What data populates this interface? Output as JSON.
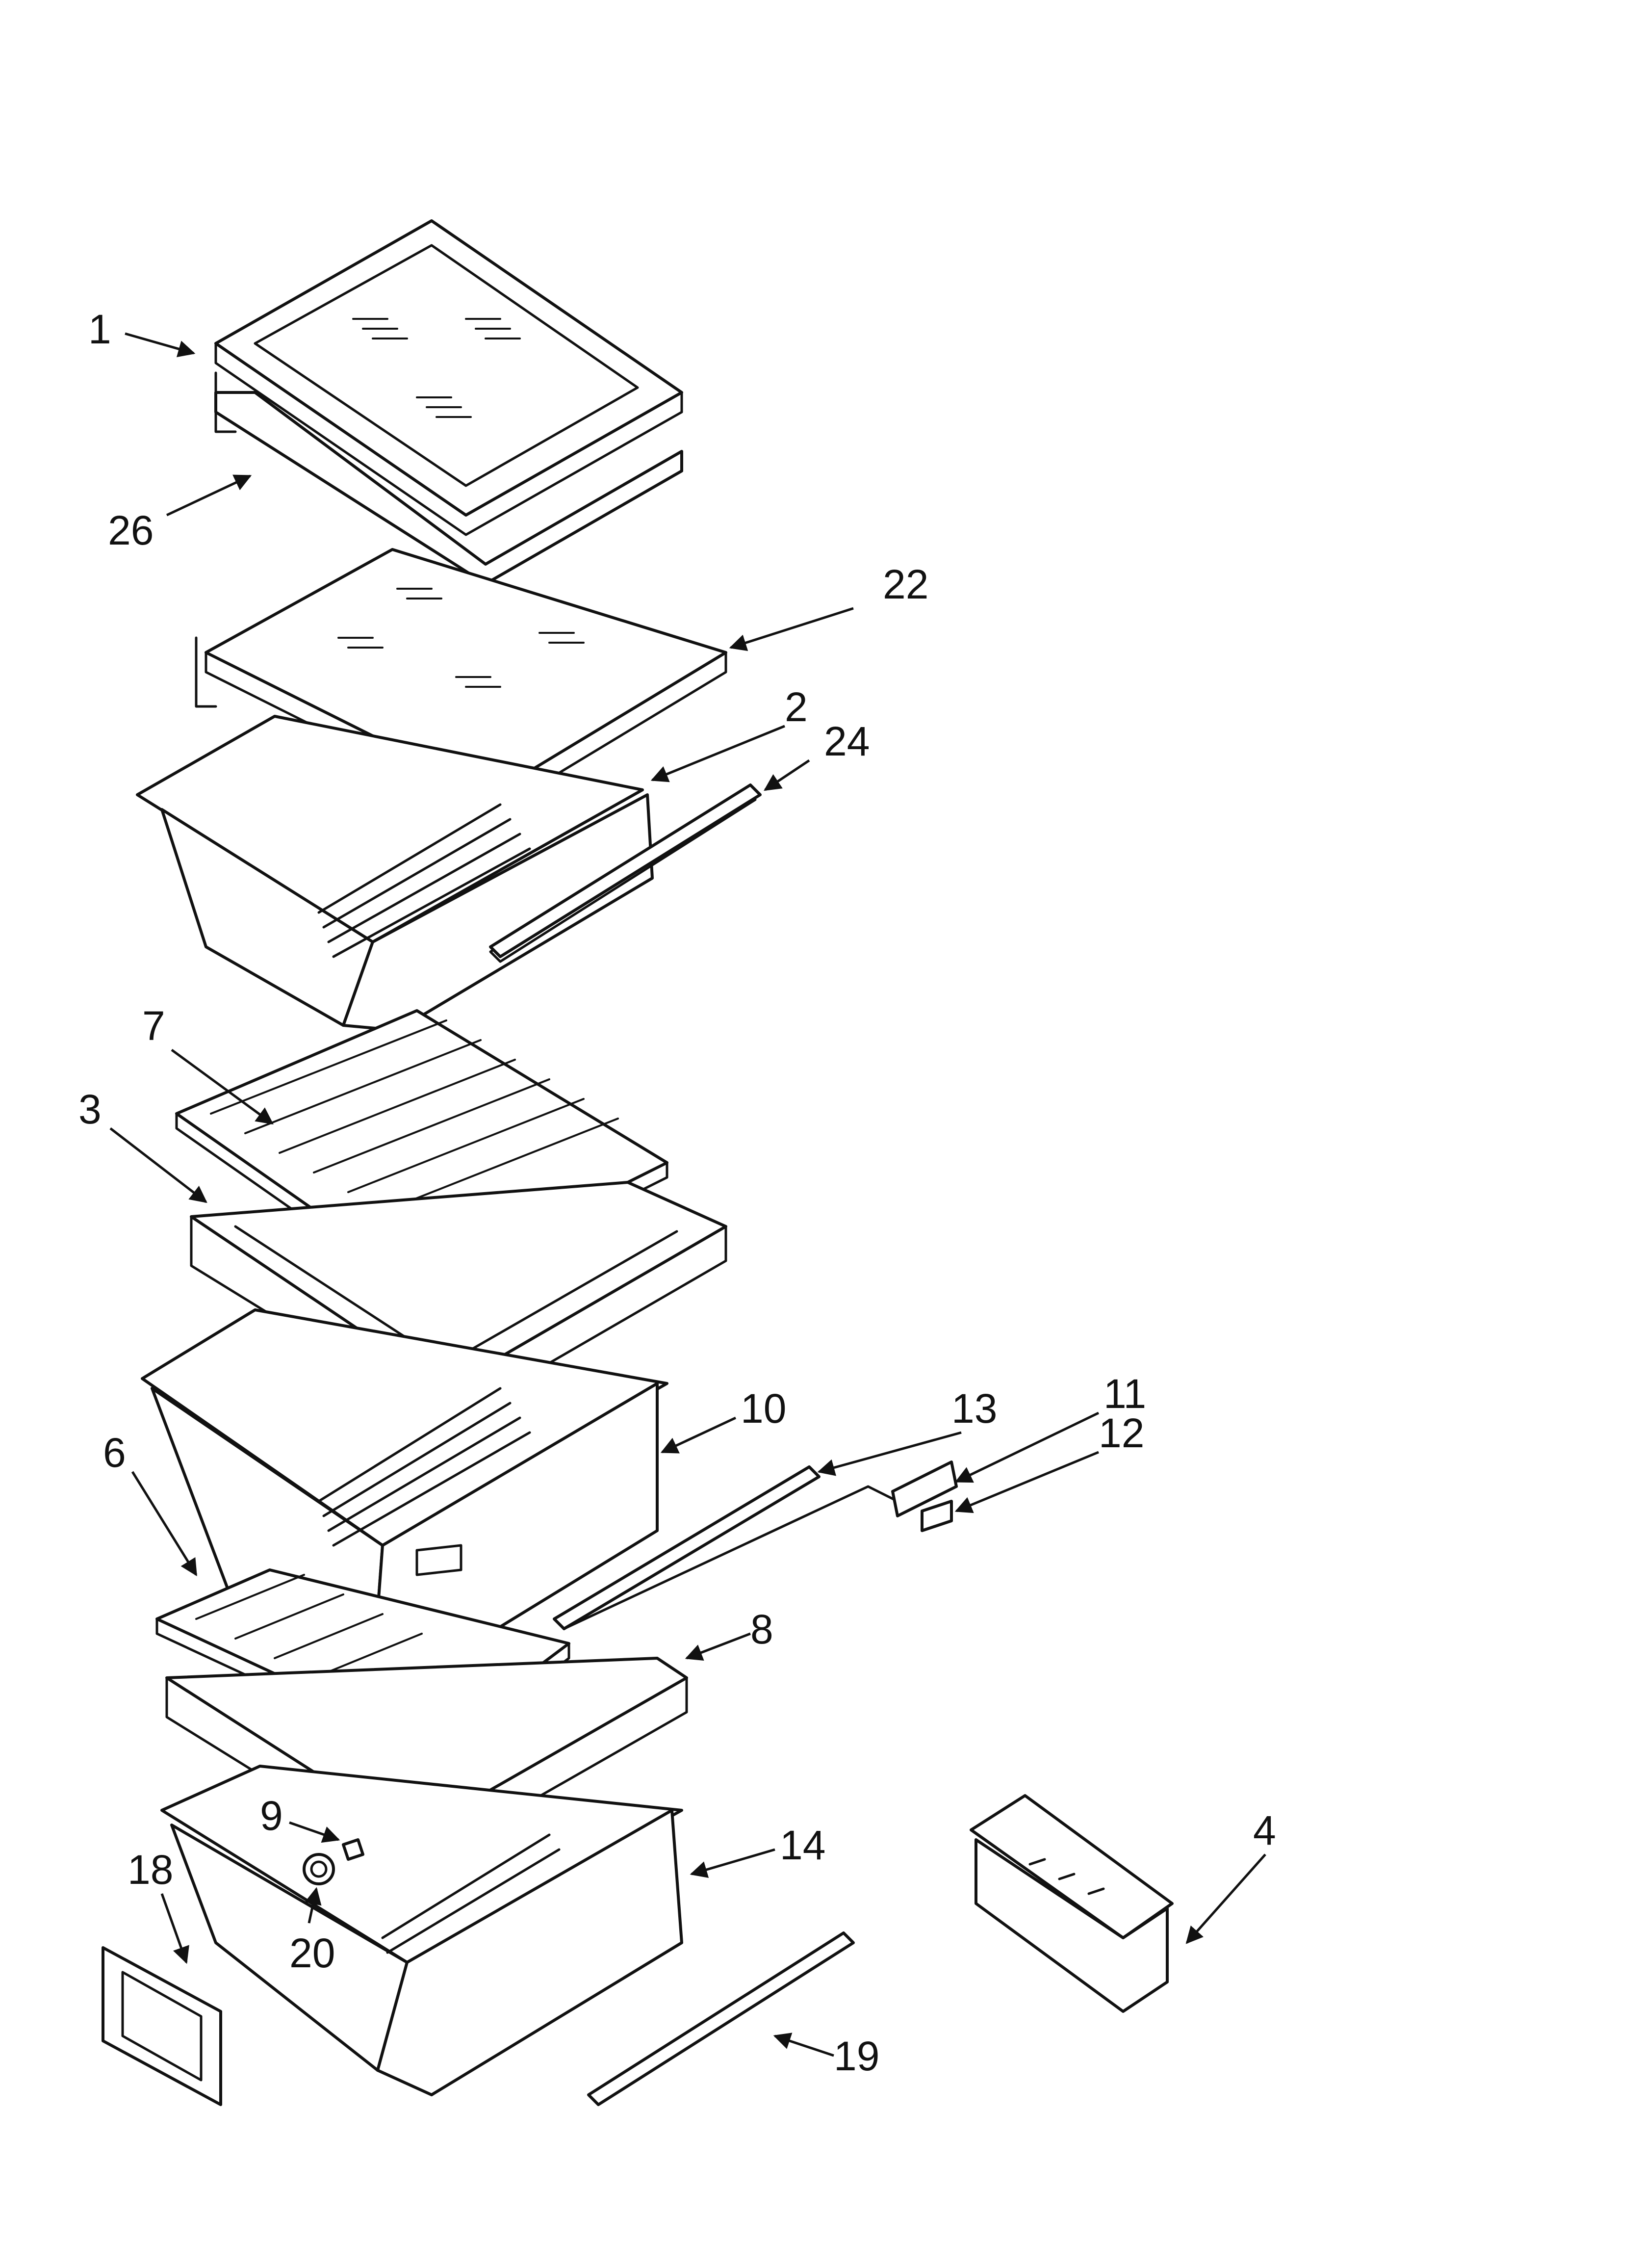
{
  "callouts": [
    {
      "id": "1",
      "text": "1"
    },
    {
      "id": "2",
      "text": "2"
    },
    {
      "id": "3",
      "text": "3"
    },
    {
      "id": "4",
      "text": "4"
    },
    {
      "id": "6",
      "text": "6"
    },
    {
      "id": "7",
      "text": "7"
    },
    {
      "id": "8",
      "text": "8"
    },
    {
      "id": "9",
      "text": "9"
    },
    {
      "id": "10",
      "text": "10"
    },
    {
      "id": "11",
      "text": "11"
    },
    {
      "id": "12",
      "text": "12"
    },
    {
      "id": "13",
      "text": "13"
    },
    {
      "id": "14",
      "text": "14"
    },
    {
      "id": "18",
      "text": "18"
    },
    {
      "id": "19",
      "text": "19"
    },
    {
      "id": "20",
      "text": "20"
    },
    {
      "id": "22",
      "text": "22"
    },
    {
      "id": "24",
      "text": "24"
    },
    {
      "id": "26",
      "text": "26"
    }
  ]
}
